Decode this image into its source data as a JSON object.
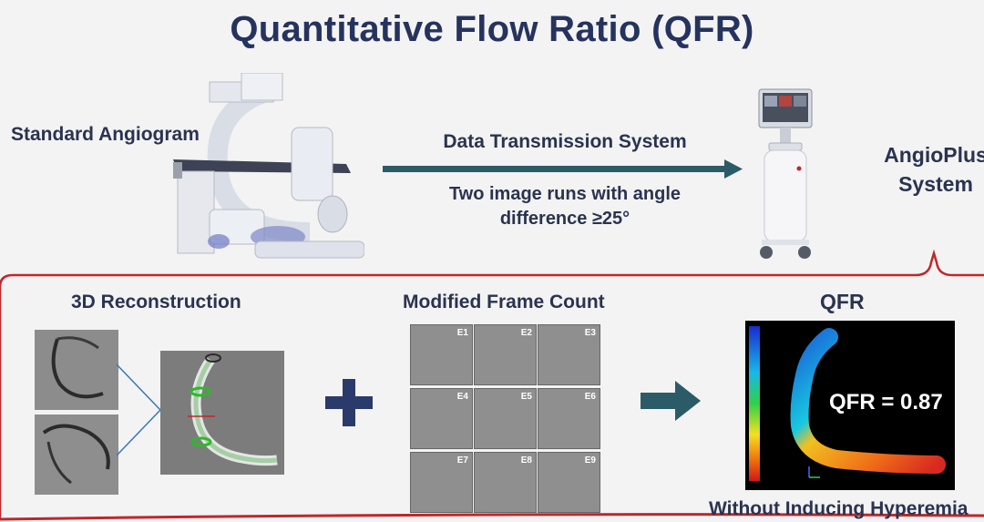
{
  "slide": {
    "title": "Quantitative Flow Ratio (QFR)",
    "standard_angiogram": "Standard Angiogram",
    "data_transmission": "Data Transmission System",
    "image_runs_line1": "Two image runs with angle",
    "image_runs_line2": "difference ≥25°",
    "angioplus_line1": "AngioPlus",
    "angioplus_line2": "System",
    "reconstruction_label": "3D Reconstruction",
    "frame_count_label": "Modified Frame Count",
    "qfr_label": "QFR",
    "qfr_value": "QFR = 0.87",
    "hyperemia_label": "Without Inducing Hyperemia",
    "frames": [
      "E1",
      "E2",
      "E3",
      "E4",
      "E5",
      "E6",
      "E7",
      "E8",
      "E9"
    ]
  },
  "colors": {
    "title": "#25335e",
    "arrow": "#2b5b66",
    "bracket": "#c0262b",
    "plus": "#2a3a6a"
  }
}
